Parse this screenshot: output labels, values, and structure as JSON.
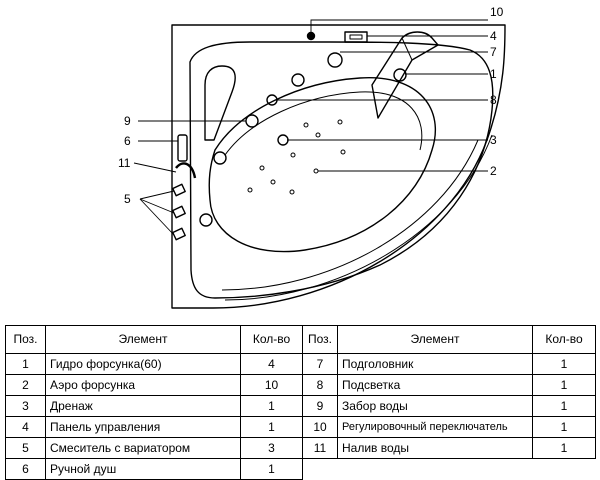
{
  "callouts": [
    "10",
    "4",
    "7",
    "1",
    "8",
    "9",
    "3",
    "6",
    "11",
    "2",
    "5"
  ],
  "table": {
    "headers": [
      "Поз.",
      "Элемент",
      "Кол-во",
      "Поз.",
      "Элемент",
      "Кол-во"
    ],
    "rows": [
      [
        "1",
        "Гидро форсунка(60)",
        "4",
        "7",
        "Подголовник",
        "1"
      ],
      [
        "2",
        "Аэро форсунка",
        "10",
        "8",
        "Подсветка",
        "1"
      ],
      [
        "3",
        "Дренаж",
        "1",
        "9",
        "Забор воды",
        "1"
      ],
      [
        "4",
        "Панель управления",
        "1",
        "10",
        "Регулировочный переключатель",
        "1"
      ],
      [
        "5",
        "Смеситель с вариатором",
        "3",
        "11",
        "Налив воды",
        "1"
      ],
      [
        "6",
        "Ручной душ",
        "1",
        "",
        "",
        ""
      ]
    ]
  }
}
